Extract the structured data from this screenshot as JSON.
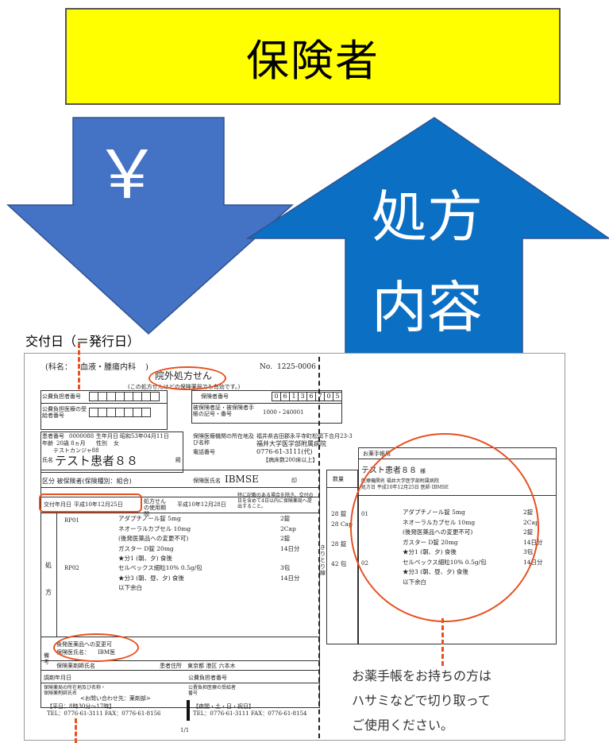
{
  "colors": {
    "banner_fill": "#ffff00",
    "arrow_fill": "#4472c4",
    "arrow_up_fill": "#0b6fc4",
    "highlight": "#e8501e"
  },
  "banner": {
    "label": "保険者"
  },
  "arrows": {
    "down_label": "￥",
    "up_label_line1": "処方",
    "up_label_line2": "内容"
  },
  "issue_date_label": "交付日（＝発行日）",
  "prescription": {
    "dept": "(科名：",
    "dept_value": "血液・腫瘍内科",
    "dept_close": ")",
    "title": "院外処方せん",
    "subtitle": "(この処方せんはどの保険薬局でも有効です。)",
    "number_label": "No.",
    "number_value": "1225-0006",
    "public_payer_no": "公費負担者番号",
    "public_recipient": "公費負担医療の受給者番号",
    "insurer_number_label": "保険者番号",
    "insurer_digits": [
      "0",
      "6",
      "1",
      "3",
      "6",
      "7",
      "0",
      "5"
    ],
    "insured_card_label": "被保険者証・被保険者手帳の記号・番号",
    "insured_card_value": "1000・240001",
    "patient_no_label": "患者番号",
    "patient_no": "0000088",
    "birth_label": "生年月日",
    "birth_value": "昭和53年04月11日",
    "age_label": "年齢",
    "age_value": "20歳 8ヵ月",
    "sex_label": "性別",
    "sex_value": "女",
    "kana_name": "テストカンジャ88",
    "name_label": "氏名",
    "patient_name": "テスト患者８８",
    "honorific": "殿",
    "category": "区分 被保険者(保険種別：組合)",
    "institution_label": "保険医療機関の所在地及び名称",
    "institution_address": "福井県吉田郡永平寺町松岡下合月23-3",
    "institution_name": "福井大学医学部附属病院",
    "phone_label": "電話番号",
    "phone_value": "0776-61-3111(代)",
    "beds": "【病床数200床以上】",
    "doctor_label": "保険医氏名",
    "doctor_name": "IBMSE",
    "seal": "印",
    "issue_date_field": "交付年月日",
    "issue_date_value": "平成10年12月25日",
    "expiry_label": "処方せんの使用期間",
    "expiry_value": "平成10年12月28日",
    "expiry_note": "特に記載のある場合を除き、交付の日を含めて4日以内に保険薬局へ提出すること。",
    "side_label_1": "処",
    "side_label_2": "方",
    "rx": [
      {
        "code": "RP01",
        "lines": [
          "アダプチノール錠 5mg",
          "ネオーラルカプセル 10mg",
          "(後発医薬品への変更不可)",
          "ガスター D錠 20mg",
          "★分1 (朝、夕) 食後"
        ],
        "qty": [
          "2錠",
          "2Cap",
          "",
          "2錠",
          "14日分"
        ]
      },
      {
        "code": "RP02",
        "lines": [
          "セルベックス細粒10% 0.5g/包",
          "★分3 (朝、昼、夕) 食後",
          "以下余白"
        ],
        "qty": [
          "3包",
          "14日分",
          ""
        ]
      }
    ],
    "qty_header": "数量",
    "qty_col": [
      "28 錠",
      "28 Cap",
      "28 錠",
      "42 包"
    ],
    "cut_label": "きりとり線",
    "generic_note": "後発医薬品への変更可",
    "pharmacist_label": "保険医氏名：",
    "pharmacist_value": "IBM医",
    "remarks_label": "備考",
    "insurance_pharmacist": "保険薬剤師氏名",
    "address_field": "患者住所",
    "address_value": "東京都 港区 六本木",
    "dispense_date": "調剤年月日",
    "public_payer_no2": "公費負担者番号",
    "pharmacy_label": "保険薬局の所在地及び名称・保険薬剤師氏名",
    "public_recipient2": "公費負担医療の受給者番号",
    "contact_header": "<お問い合わせ先：薬剤部>",
    "contact_weekday": "【平日：8時30分～17時】",
    "contact_weekday_tel": "TEL：0776-61-3111 FAX：0776-61-8156",
    "contact_holiday": "【夜間・土・日・祝日】",
    "contact_holiday_tel": "TEL：0776-61-3111 FAX：0776-61-8154",
    "page": "1/1",
    "notebook": {
      "title": "お薬手帳用",
      "patient": "テスト患者８８",
      "honorific": "様",
      "hospital": "医療機関名 福井大学医学部附属病院",
      "doc_line": "処方日 平成10年12月25日  医師 IBMSE",
      "rx_no": "01",
      "rx_no2": "02"
    }
  },
  "cut_note": {
    "line1": "お薬手帳をお持ちの方は",
    "line2": "ハサミなどで切り取って",
    "line3": "ご使用ください。"
  }
}
